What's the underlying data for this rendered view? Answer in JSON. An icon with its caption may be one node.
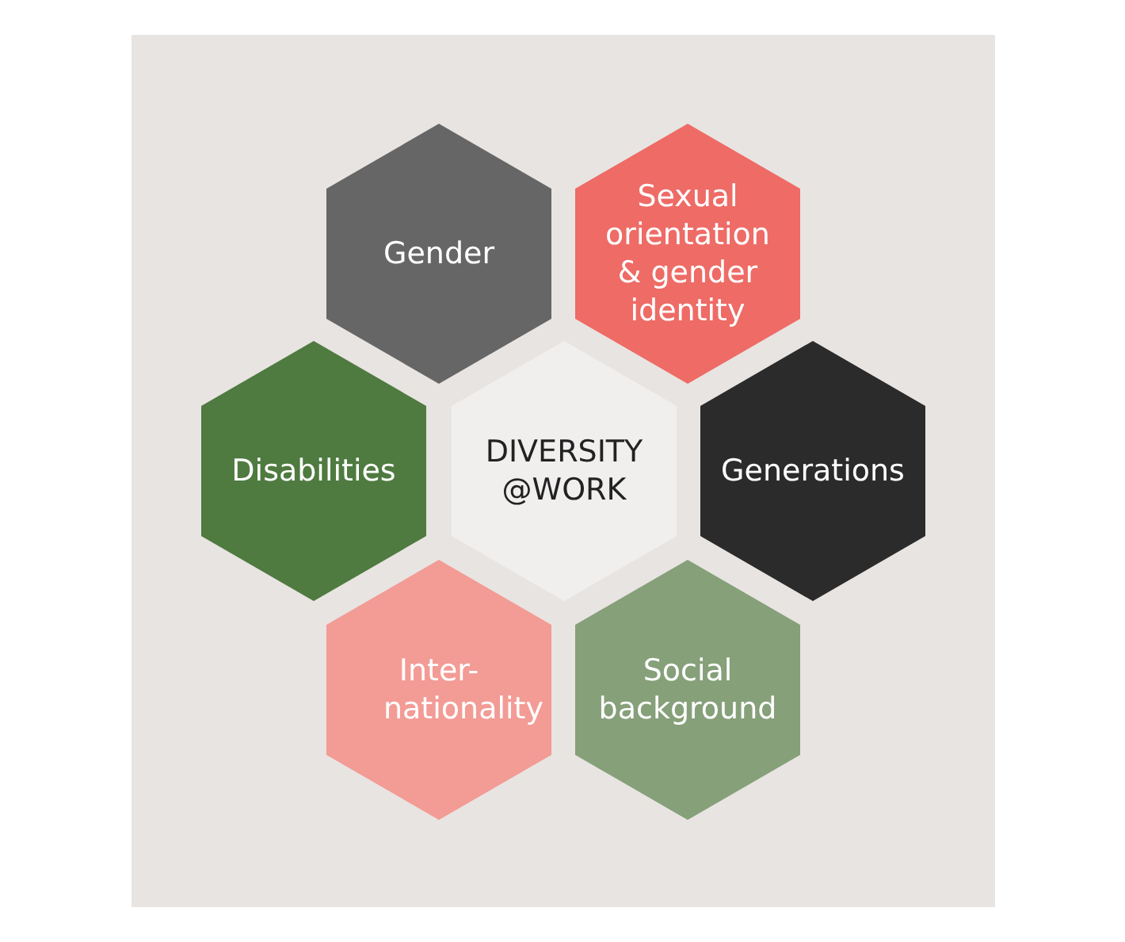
{
  "diagram": {
    "nodes": [
      {
        "text": [
          "Gender"
        ]
      },
      {
        "text": [
          "Sexual orientation & gender identity"
        ]
      },
      {
        "text": [
          "Disabilities"
        ]
      },
      {
        "text": [
          "DIVERSITY @WORK"
        ]
      },
      {
        "text": [
          "Generations"
        ]
      },
      {
        "text": [
          "Inter- nationality"
        ]
      },
      {
        "text": [
          "Social background"
        ]
      }
    ]
  }
}
